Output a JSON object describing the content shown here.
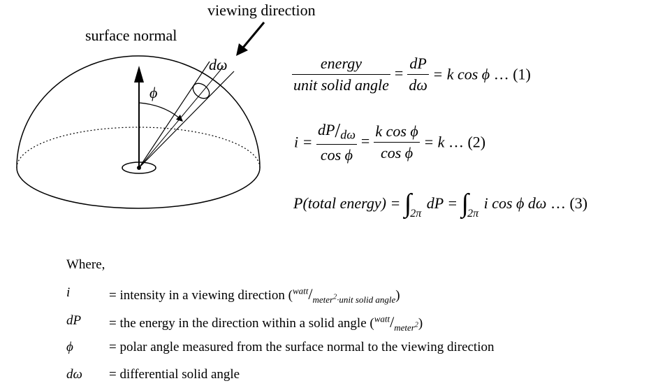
{
  "diagram": {
    "label_viewing": "viewing direction",
    "label_normal": "surface normal",
    "label_phi": "ϕ",
    "label_domega": "dω"
  },
  "equations": {
    "eq1": {
      "num": "energy",
      "den": "unit solid angle",
      "eq_sign": "=",
      "rhs_num": "dP",
      "rhs_den": "dω",
      "rhs": "= k cos ϕ",
      "tag": "… (1)"
    },
    "eq2": {
      "lhs": "i =",
      "num_a": "dP",
      "num_b": "dω",
      "den": "cos ϕ",
      "eq_sign": "=",
      "num2": "k cos ϕ",
      "den2": "cos ϕ",
      "rhs": "= k",
      "tag": "… (2)"
    },
    "eq3": {
      "lhs": "P(total energy) =",
      "int1": "∫",
      "int1_sub": "2π",
      "mid": "dP =",
      "int2": "∫",
      "int2_sub": "2π",
      "rhs": "i cos ϕ dω",
      "tag": "… (3)"
    }
  },
  "definitions": {
    "heading": "Where,",
    "rows": [
      {
        "symbol": "i",
        "text": "= intensity in a viewing direction (",
        "unit_num": "watt",
        "unit_den": "meter",
        "unit_den_sup": "2",
        "unit_den_rest": "·unit solid angle",
        "close": ")"
      },
      {
        "symbol": "dP",
        "text": "= the energy in the direction within a solid angle (",
        "unit_num": "watt",
        "unit_den": "meter",
        "unit_den_sup": "2",
        "close": ")"
      },
      {
        "symbol": "ϕ",
        "text": "= polar angle measured from the surface normal to the viewing direction"
      },
      {
        "symbol": "dω",
        "text": "= differential solid angle"
      }
    ]
  }
}
